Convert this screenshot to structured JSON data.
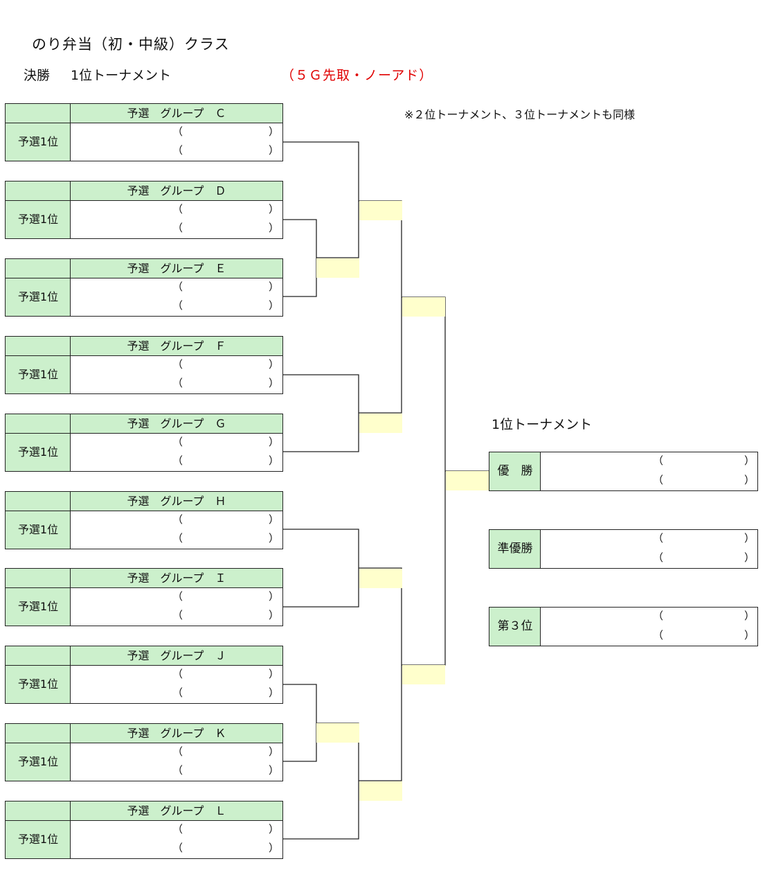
{
  "header": {
    "title": "のり弁当（初・中級）クラス",
    "subtitle_left": "決勝",
    "subtitle_right": "1位トーナメント",
    "rule": "（５Ｇ先取・ノーアド）",
    "note": "※２位トーナメント、３位トーナメントも同様"
  },
  "groups": [
    {
      "header": "予選　グループ　Ｃ",
      "label": "予選1位",
      "paren_open": "（",
      "paren_close": "）"
    },
    {
      "header": "予選　グループ　Ｄ",
      "label": "予選1位",
      "paren_open": "（",
      "paren_close": "）"
    },
    {
      "header": "予選　グループ　Ｅ",
      "label": "予選1位",
      "paren_open": "（",
      "paren_close": "）"
    },
    {
      "header": "予選　グループ　Ｆ",
      "label": "予選1位",
      "paren_open": "（",
      "paren_close": "）"
    },
    {
      "header": "予選　グループ　Ｇ",
      "label": "予選1位",
      "paren_open": "（",
      "paren_close": "）"
    },
    {
      "header": "予選　グループ　Ｈ",
      "label": "予選1位",
      "paren_open": "（",
      "paren_close": "）"
    },
    {
      "header": "予選　グループ　Ｉ",
      "label": "予選1位",
      "paren_open": "（",
      "paren_close": "）"
    },
    {
      "header": "予選　グループ　Ｊ",
      "label": "予選1位",
      "paren_open": "（",
      "paren_close": "）"
    },
    {
      "header": "予選　グループ　Ｋ",
      "label": "予選1位",
      "paren_open": "（",
      "paren_close": "）"
    },
    {
      "header": "予選　グループ　Ｌ",
      "label": "予選1位",
      "paren_open": "（",
      "paren_close": "）"
    }
  ],
  "results": {
    "title": "1位トーナメント",
    "rows": [
      {
        "label": "優　勝",
        "paren_open": "（",
        "paren_close": "）"
      },
      {
        "label": "準優勝",
        "paren_open": "（",
        "paren_close": "）"
      },
      {
        "label": "第３位",
        "paren_open": "（",
        "paren_close": "）"
      }
    ]
  },
  "colors": {
    "header_fill": "#ccf0cc",
    "match_band": "#ffffcc",
    "rule_text": "#e00000",
    "line": "#222222"
  }
}
